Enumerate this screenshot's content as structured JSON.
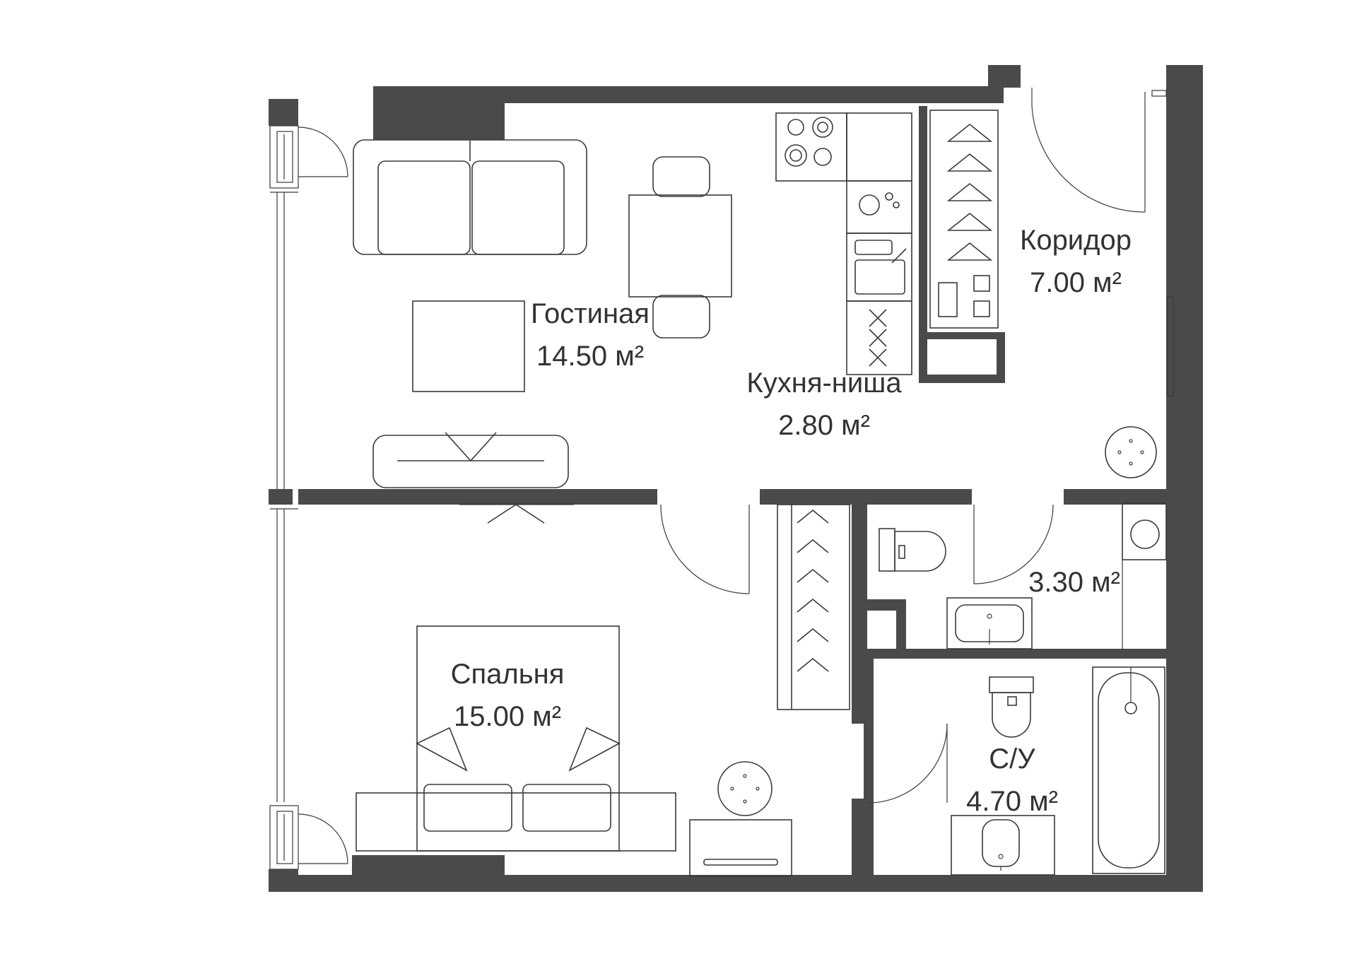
{
  "rooms": {
    "living": {
      "name": "Гостиная",
      "area": "14.50 м²"
    },
    "kitchen": {
      "name": "Кухня-ниша",
      "area": "2.80 м²"
    },
    "corridor": {
      "name": "Коридор",
      "area": "7.00 м²"
    },
    "bathroom_small": {
      "area": "3.30 м²"
    },
    "bedroom": {
      "name": "Спальня",
      "area": "15.00 м²"
    },
    "bathroom": {
      "name": "С/У",
      "area": "4.70 м²"
    }
  },
  "colors": {
    "wall": "#4a4a4a",
    "line": "#3a3a3a",
    "text": "#333333",
    "background": "#ffffff"
  }
}
